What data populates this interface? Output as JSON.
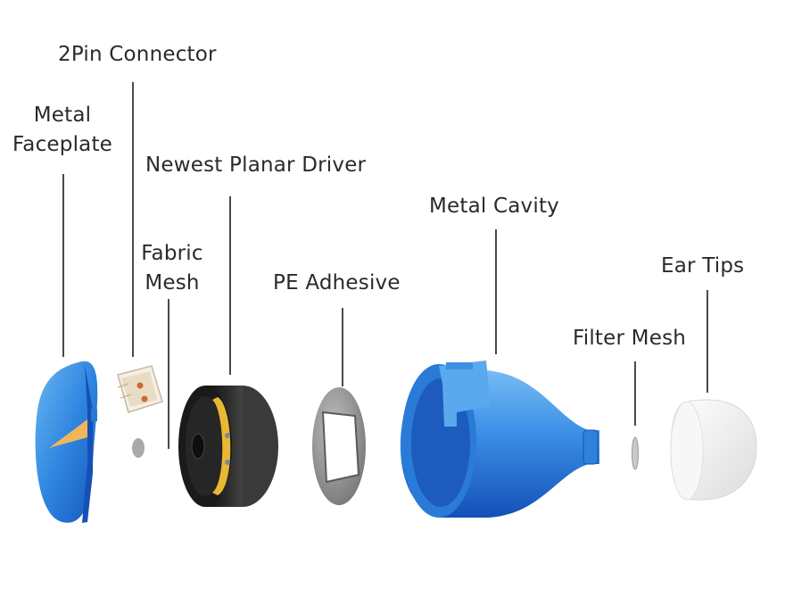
{
  "labels": {
    "connector": "2Pin Connector",
    "faceplate_line1": "Metal",
    "faceplate_line2": "Faceplate",
    "driver": "Newest Planar Driver",
    "fabric_line1": "Fabric",
    "fabric_line2": "Mesh",
    "adhesive": "PE Adhesive",
    "cavity": "Metal Cavity",
    "ear_tips": "Ear Tips",
    "filter": "Filter Mesh"
  },
  "colors": {
    "blue_light": "#4aa0e8",
    "blue_dark": "#1a5fc4",
    "driver_black": "#1e1e1e",
    "driver_gold": "#e8b834",
    "adhesive_grey": "#8a8a8a",
    "ear_tip_white": "#f3f3f3",
    "faceplate_accent": "#f0b55a"
  }
}
